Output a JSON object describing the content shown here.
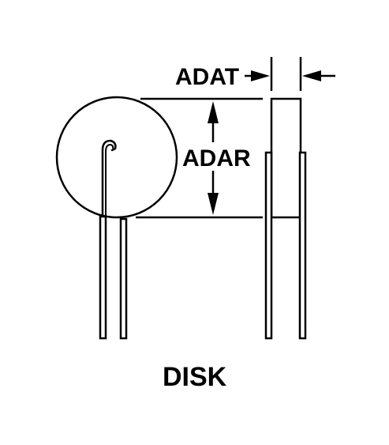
{
  "labels": {
    "thickness": "ADAT",
    "diameter": "ADAR",
    "caption": "DISK"
  }
}
